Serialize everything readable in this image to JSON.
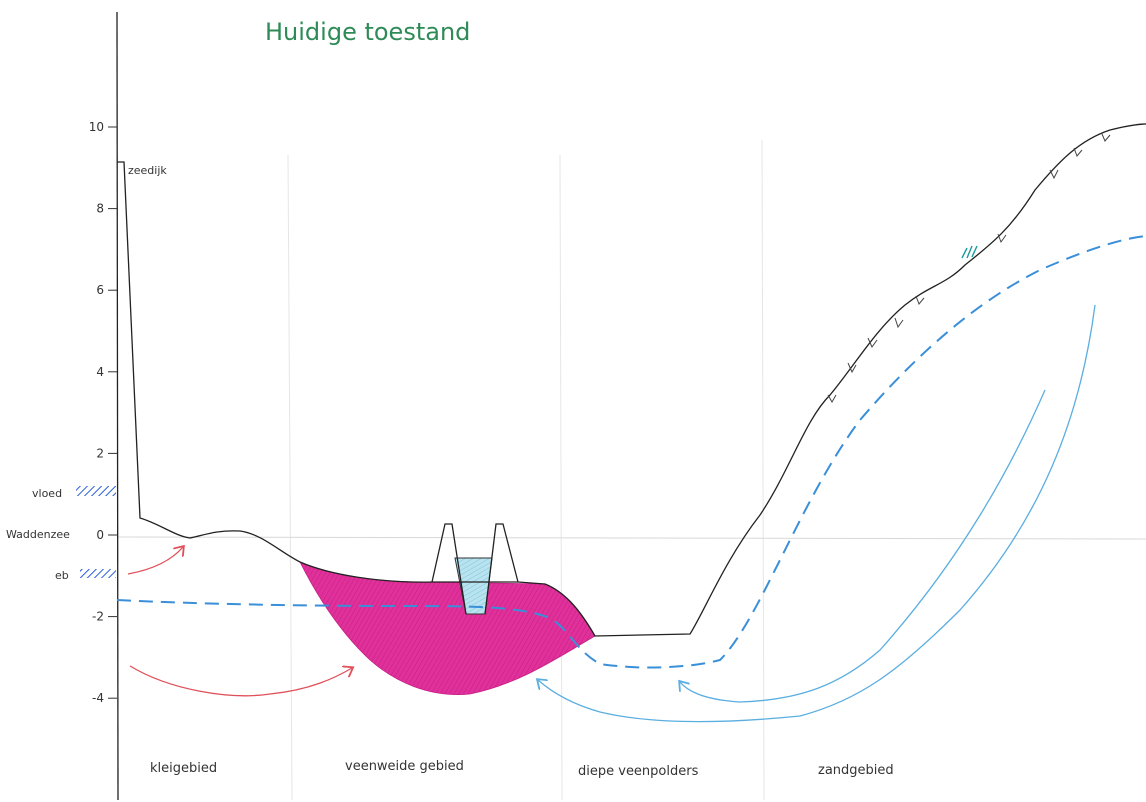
{
  "title": "Huidige toestand",
  "y_axis": {
    "ticks": [
      {
        "value": 10,
        "label": "10"
      },
      {
        "value": 8,
        "label": "8"
      },
      {
        "value": 6,
        "label": "6"
      },
      {
        "value": 4,
        "label": "4"
      },
      {
        "value": 2,
        "label": "2"
      },
      {
        "value": 0,
        "label": "0"
      },
      {
        "value": -2,
        "label": "-2"
      },
      {
        "value": -4,
        "label": "-4"
      }
    ],
    "side_labels": {
      "vloed": "vloed",
      "waddenzee": "Waddenzee",
      "eb": "eb"
    }
  },
  "annotations": {
    "zeedijk": "zeedijk"
  },
  "regions": [
    {
      "key": "klei",
      "label": "kleigebied"
    },
    {
      "key": "veenweide",
      "label": "veenweide gebied"
    },
    {
      "key": "veenpolders",
      "label": "diepe veenpolders"
    },
    {
      "key": "zand",
      "label": "zandgebied"
    }
  ],
  "colors": {
    "title": "#2e8b57",
    "ground_line": "#222222",
    "peat_fill": "#e0309a",
    "groundwater_line": "#3a8fd9",
    "seepage_arrow_red": "#e0505a",
    "seepage_arrow_blue": "#5aaee0",
    "water_hatch": "#2b5fd8",
    "grid": "#e2e2e2"
  }
}
